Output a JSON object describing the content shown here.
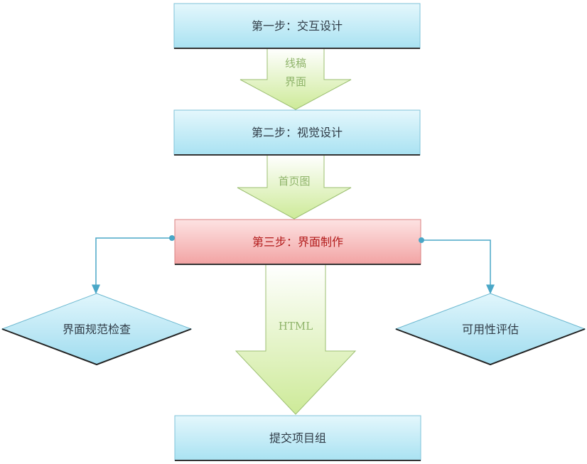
{
  "steps": {
    "step1": "第一步：交互设计",
    "step2": "第二步：视觉设计",
    "step3": "第三步：界面制作",
    "final": "提交项目组"
  },
  "arrows": {
    "a1_line1": "线稿",
    "a1_line2": "界面",
    "a2": "首页图",
    "a3": "HTML"
  },
  "checks": {
    "left": "界面规范检查",
    "right": "可用性评估"
  },
  "colors": {
    "blue_box_top": "#e4f7fc",
    "blue_box_bottom": "#a9e2f2",
    "red_box_top": "#fde3e3",
    "red_box_bottom": "#f2a3a3",
    "arrow_top": "#ffffff",
    "arrow_bottom": "#cdea98",
    "diamond_top": "#e1f6fc",
    "diamond_bottom": "#9fdcef",
    "connector": "#4aa7c7"
  }
}
